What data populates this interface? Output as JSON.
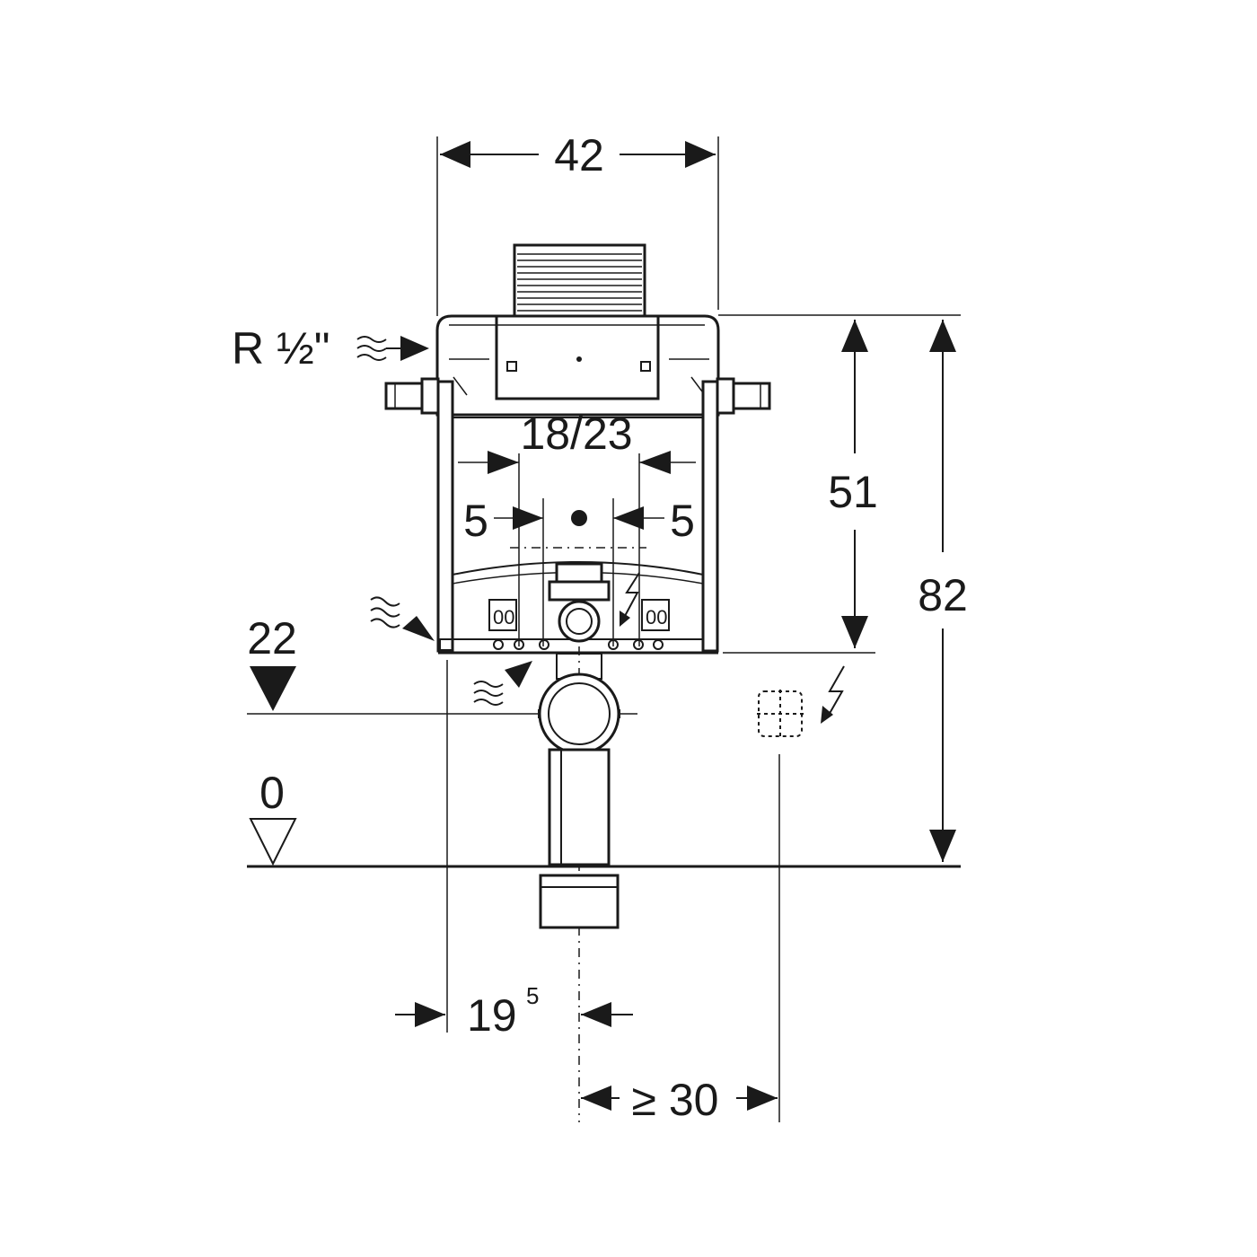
{
  "dimensions": {
    "width_top": "42",
    "height_frame": "51",
    "height_total": "82",
    "spacing_inner": "18/23",
    "offset_left": "5",
    "offset_right": "5",
    "level_upper": "22",
    "level_floor": "0",
    "offset_bottom_base": "19",
    "offset_bottom_sup": "5",
    "offset_power": "≥ 30"
  },
  "connections": {
    "water_supply": "R ½\""
  },
  "colors": {
    "line": "#1a1a1a",
    "background": "#ffffff"
  },
  "icons": [
    "water-wave-icon",
    "electric-lightning-icon",
    "level-triangle-icon"
  ]
}
